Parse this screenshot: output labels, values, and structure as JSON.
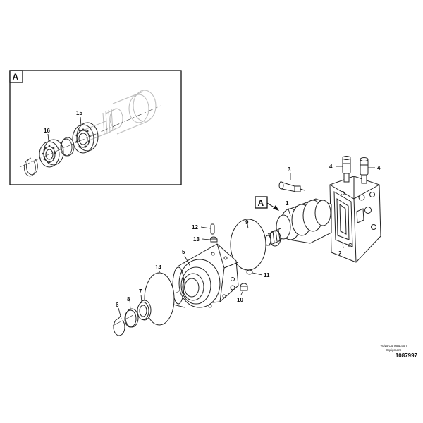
{
  "detail_label": "A",
  "callouts": {
    "c1": "1",
    "c2": "2",
    "c3": "3",
    "c4a": "4",
    "c4b": "4",
    "c5": "5",
    "c6": "6",
    "c7": "7",
    "c8": "8",
    "c9": "9",
    "c10": "10",
    "c11": "11",
    "c12": "12",
    "c13": "13",
    "c14": "14",
    "c15": "15",
    "c16": "16"
  },
  "footer": {
    "company_line1": "Volvo Construction",
    "company_line2": "Equipment",
    "reference": "1087997"
  }
}
